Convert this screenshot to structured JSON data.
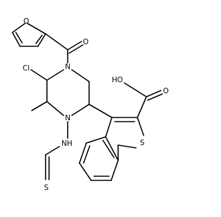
{
  "molecule": {
    "atoms": {
      "furan_o": "O",
      "carbonyl_o": "O",
      "n_upper": "N",
      "n_lower": "N",
      "cl": "Cl",
      "nh": "NH",
      "hydroxyl_o": "HO",
      "acid_o": "O",
      "thiophene_s": "S",
      "thione_s": "S"
    }
  },
  "colors": {
    "stroke": "#000000",
    "background": "#ffffff"
  }
}
